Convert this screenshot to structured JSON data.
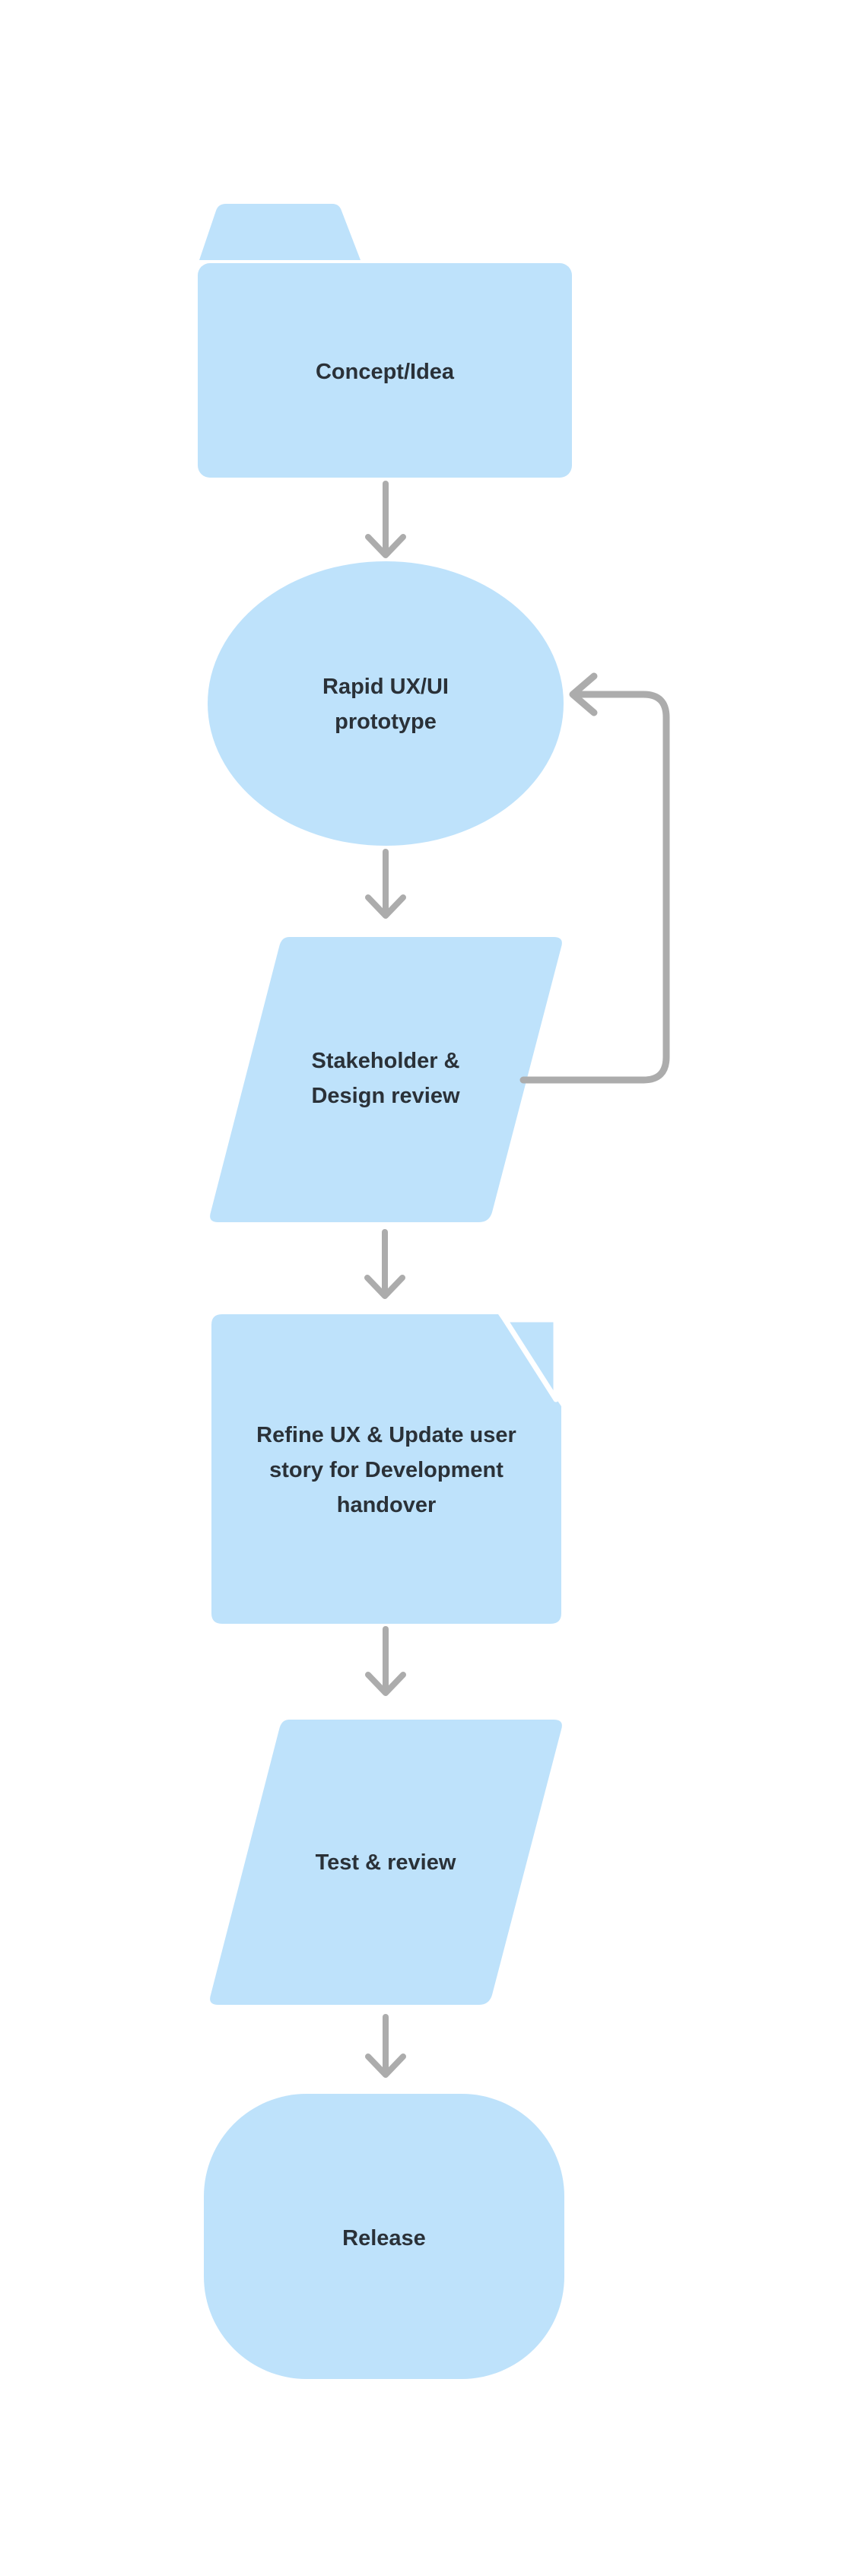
{
  "page": {
    "background": "#ffffff",
    "description": "Design process flowchart"
  },
  "palette": {
    "node_fill": "#BEE2FB",
    "text_color": "#2A3138",
    "arrow_color": "#ACACAC",
    "fold_seam": "#FFFFFF"
  },
  "flowchart": {
    "nodes": [
      {
        "id": "concept-idea",
        "shape": "folder",
        "label": "Concept/Idea",
        "lines": {
          "l1": "Concept/Idea"
        }
      },
      {
        "id": "rapid-prototype",
        "shape": "ellipse",
        "label": "Rapid UX/UI prototype",
        "lines": {
          "l1": "Rapid UX/UI",
          "l2": "prototype"
        }
      },
      {
        "id": "stakeholder-design-review",
        "shape": "parallelogram",
        "label": "Stakeholder  & Design review",
        "lines": {
          "l1": "Stakeholder  &",
          "l2": "Design review"
        }
      },
      {
        "id": "refine-ux-handover",
        "shape": "document",
        "label": "Refine UX & Update user story for Development handover",
        "lines": {
          "l1": "Refine UX & Update user",
          "l2": "story for Development",
          "l3": "handover"
        }
      },
      {
        "id": "test-review",
        "shape": "parallelogram",
        "label": "Test & review",
        "lines": {
          "l1": "Test & review"
        }
      },
      {
        "id": "release",
        "shape": "rounded-rectangle",
        "label": "Release",
        "lines": {
          "l1": "Release"
        }
      }
    ],
    "edges": [
      {
        "id": "concept-to-prototype",
        "from": "concept-idea",
        "to": "rapid-prototype",
        "direction": "down"
      },
      {
        "id": "prototype-to-review",
        "from": "rapid-prototype",
        "to": "stakeholder-design-review",
        "direction": "down"
      },
      {
        "id": "review-to-refine",
        "from": "stakeholder-design-review",
        "to": "refine-ux-handover",
        "direction": "down"
      },
      {
        "id": "refine-to-test",
        "from": "refine-ux-handover",
        "to": "test-review",
        "direction": "down"
      },
      {
        "id": "test-to-release",
        "from": "test-review",
        "to": "release",
        "direction": "down"
      },
      {
        "id": "review-feedback-loop",
        "from": "stakeholder-design-review",
        "to": "rapid-prototype",
        "direction": "right-up-left"
      }
    ]
  }
}
